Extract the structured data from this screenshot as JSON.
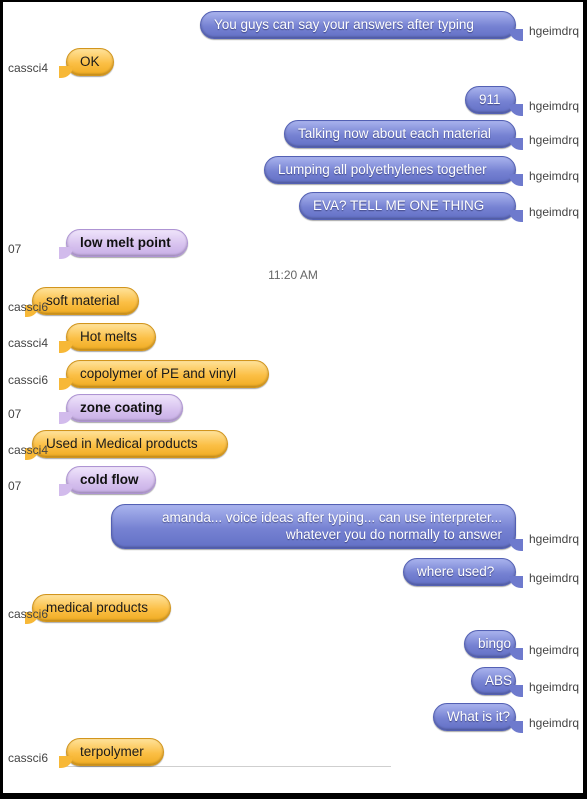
{
  "timestamp": "11:20 AM",
  "messages": [
    {
      "side": "out",
      "color": "blue",
      "sender": "hgeimdrq",
      "text": "You guys can say your answers after typing"
    },
    {
      "side": "in",
      "color": "orange",
      "sender": "cassci4",
      "text": "OK"
    },
    {
      "side": "out",
      "color": "blue",
      "sender": "hgeimdrq",
      "text": "911"
    },
    {
      "side": "out",
      "color": "blue",
      "sender": "hgeimdrq",
      "text": "Talking now about each material"
    },
    {
      "side": "out",
      "color": "blue",
      "sender": "hgeimdrq",
      "text": "Lumping all polyethylenes together"
    },
    {
      "side": "out",
      "color": "blue",
      "sender": "hgeimdrq",
      "text": "EVA? TELL ME ONE THING"
    },
    {
      "side": "in",
      "color": "purple",
      "sender": "07",
      "text": "low melt point"
    },
    {
      "side": "in",
      "color": "orange",
      "sender": "cassci6",
      "text": "soft material"
    },
    {
      "side": "in",
      "color": "orange",
      "sender": "cassci4",
      "text": "Hot melts"
    },
    {
      "side": "in",
      "color": "orange",
      "sender": "cassci6",
      "text": "copolymer of PE and vinyl"
    },
    {
      "side": "in",
      "color": "purple",
      "sender": "07",
      "text": "zone coating"
    },
    {
      "side": "in",
      "color": "orange",
      "sender": "cassci4",
      "text": "Used in Medical products"
    },
    {
      "side": "in",
      "color": "purple",
      "sender": "07",
      "text": "cold flow"
    },
    {
      "side": "out",
      "color": "blue",
      "sender": "hgeimdrq",
      "text": "amanda... voice ideas after typing... can use interpreter... whatever you do normally to answer"
    },
    {
      "side": "out",
      "color": "blue",
      "sender": "hgeimdrq",
      "text": "where used?"
    },
    {
      "side": "in",
      "color": "orange",
      "sender": "cassci6",
      "text": "medical products"
    },
    {
      "side": "out",
      "color": "blue",
      "sender": "hgeimdrq",
      "text": "bingo"
    },
    {
      "side": "out",
      "color": "blue",
      "sender": "hgeimdrq",
      "text": "ABS"
    },
    {
      "side": "out",
      "color": "blue",
      "sender": "hgeimdrq",
      "text": "What is it?"
    },
    {
      "side": "in",
      "color": "orange",
      "sender": "cassci6",
      "text": "terpolymer"
    }
  ]
}
